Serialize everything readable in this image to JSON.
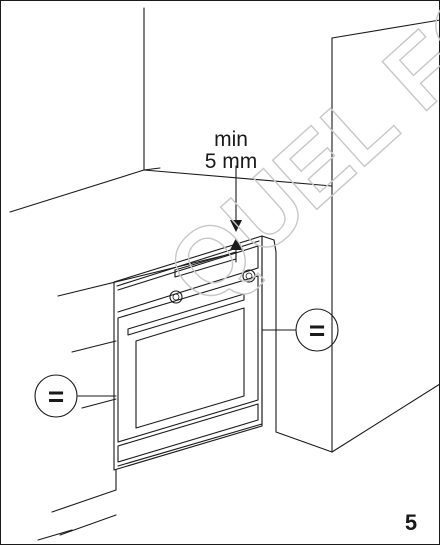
{
  "clearance": {
    "label_line1": "min",
    "label_line2": "5 mm"
  },
  "equal_gap_symbol": "=",
  "watermark": "QUEL FO",
  "page_number": "5"
}
